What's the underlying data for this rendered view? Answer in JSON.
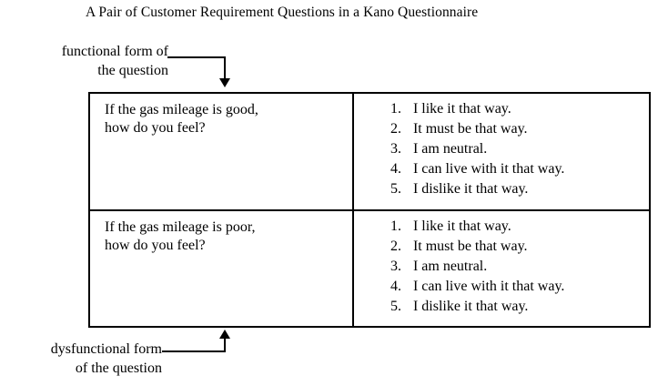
{
  "figure": {
    "title": "A Pair of Customer Requirement Questions in a Kano Questionnaire"
  },
  "annotations": {
    "functional": {
      "line1": "functional form of",
      "line2": "the question"
    },
    "dysfunctional": {
      "line1": "dysfunctional form",
      "line2": "of the question"
    }
  },
  "table": {
    "rows": [
      {
        "question": {
          "line1": "If the gas mileage is good,",
          "line2": "how do you feel?"
        },
        "answers": [
          {
            "num": "1.",
            "text": "I like it that way."
          },
          {
            "num": "2.",
            "text": "It must be that way."
          },
          {
            "num": "3.",
            "text": "I am neutral."
          },
          {
            "num": "4.",
            "text": "I can live with it that way."
          },
          {
            "num": "5.",
            "text": "I dislike it that way."
          }
        ]
      },
      {
        "question": {
          "line1": "If the gas mileage is poor,",
          "line2": "how do you feel?"
        },
        "answers": [
          {
            "num": "1.",
            "text": "I like it that way."
          },
          {
            "num": "2.",
            "text": "It must be that way."
          },
          {
            "num": "3.",
            "text": "I am neutral."
          },
          {
            "num": "4.",
            "text": "I can live with it that way."
          },
          {
            "num": "5.",
            "text": "I dislike it that way."
          }
        ]
      }
    ]
  },
  "colors": {
    "ink": "#000000",
    "page": "#ffffff"
  }
}
